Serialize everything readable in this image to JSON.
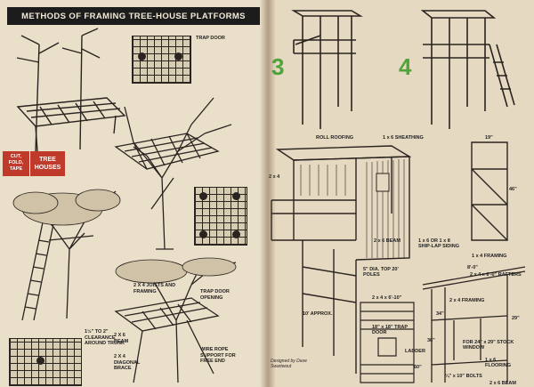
{
  "left_page": {
    "title": "METHODS OF FRAMING TREE-HOUSE PLATFORMS",
    "cut_label": "CUT, FOLD, TAPE",
    "tab_label": "TREE HOUSES",
    "trap_door_label": "TRAP DOOR",
    "joists_label": "2 x 4 JOISTS AND FRAMING",
    "trap_door_opening": "TRAP DOOR OPENING",
    "beam_label": "2 x 6 BEAM",
    "brace_label": "2 x 4 DIAGONAL BRACE",
    "clearance_label": "1½\" TO 2\" CLEARANCE AROUND TRUNK",
    "wire_label": "WIRE ROPE SUPPORT FOR FREE END"
  },
  "right_page": {
    "fig3": "3",
    "fig4": "4",
    "roll_roofing": "ROLL ROOFING",
    "sheathing": "1 x 6 SHEATHING",
    "two_by_four": "2 x 4",
    "beam": "2 x 6 BEAM",
    "siding": "1 x 6 OR 1 x 8 SHIP-LAP SIDING",
    "poles": "5\" DIA. TOP 20' POLES",
    "approx": "10' APPROX.",
    "two_by_four_6": "2 x 4 x 6'-10\"",
    "framing": "1 x 4 FRAMING",
    "rafters": "2 x 4 x 6'-0\" RAFTERS",
    "framing2": "2 x 4 FRAMING",
    "window": "FOR 24\" x 29\" STOCK WINDOW",
    "flooring": "1 x 6 FLOORING",
    "trap_door": "18\" x 18\" TRAP DOOR",
    "ladder": "LADDER",
    "bolts": "¼\" x 10\" BOLTS",
    "beam2": "2 x 6 BEAM",
    "dim19": "19\"",
    "dim46": "46\"",
    "dim34": "34\"",
    "dim36": "36\"",
    "dim60": "60\"",
    "dim29": "29\"",
    "dim8": "8'-0\"",
    "credit": "Designed by Dave Swartwout"
  }
}
